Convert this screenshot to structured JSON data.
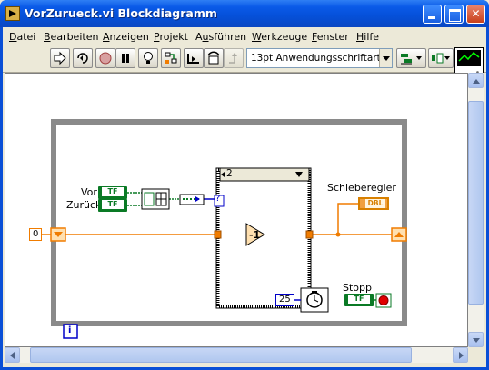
{
  "window": {
    "title": "VorZurueck.vi Blockdiagramm"
  },
  "menu": {
    "items": [
      {
        "label": "Datei",
        "accel": "D"
      },
      {
        "label": "Bearbeiten",
        "accel": "B"
      },
      {
        "label": "Anzeigen",
        "accel": "A"
      },
      {
        "label": "Projekt",
        "accel": "P"
      },
      {
        "label": "Ausführen",
        "accel": "u"
      },
      {
        "label": "Werkzeuge",
        "accel": "W"
      },
      {
        "label": "Fenster",
        "accel": "F"
      },
      {
        "label": "Hilfe",
        "accel": "H"
      }
    ]
  },
  "toolbar": {
    "font": "13pt Anwendungsschriftart",
    "icons": [
      "run-arrow-icon",
      "run-continuously-icon",
      "abort-icon",
      "pause-icon",
      "highlight-execution-icon",
      "retain-wire-values-icon",
      "step-into-icon",
      "step-over-icon",
      "step-out-icon",
      "align-objects-icon",
      "distribute-objects-icon"
    ],
    "vi_connector_number": "1"
  },
  "diagram": {
    "while_loop_iteration": "i",
    "case_selector_value": "2",
    "case_selector_terminal": "?",
    "shift_register_init": "0",
    "labels": {
      "vor": "Vor",
      "zurueck": "Zurück",
      "schieberegler": "Schieberegler",
      "stopp": "Stopp"
    },
    "terminals": {
      "vor_type": "TF",
      "zurueck_type": "TF",
      "schieberegler_type": "DBL",
      "stopp_type": "TF"
    },
    "wait_ms": "25",
    "decrement_label": "-1"
  },
  "colors": {
    "numeric_wire": "#f07c00",
    "boolean_wire": "#0a7a25",
    "integer_wire": "#0000c8",
    "loop_frame": "#8a8a8a",
    "title_bar": "#0a5ae8"
  }
}
